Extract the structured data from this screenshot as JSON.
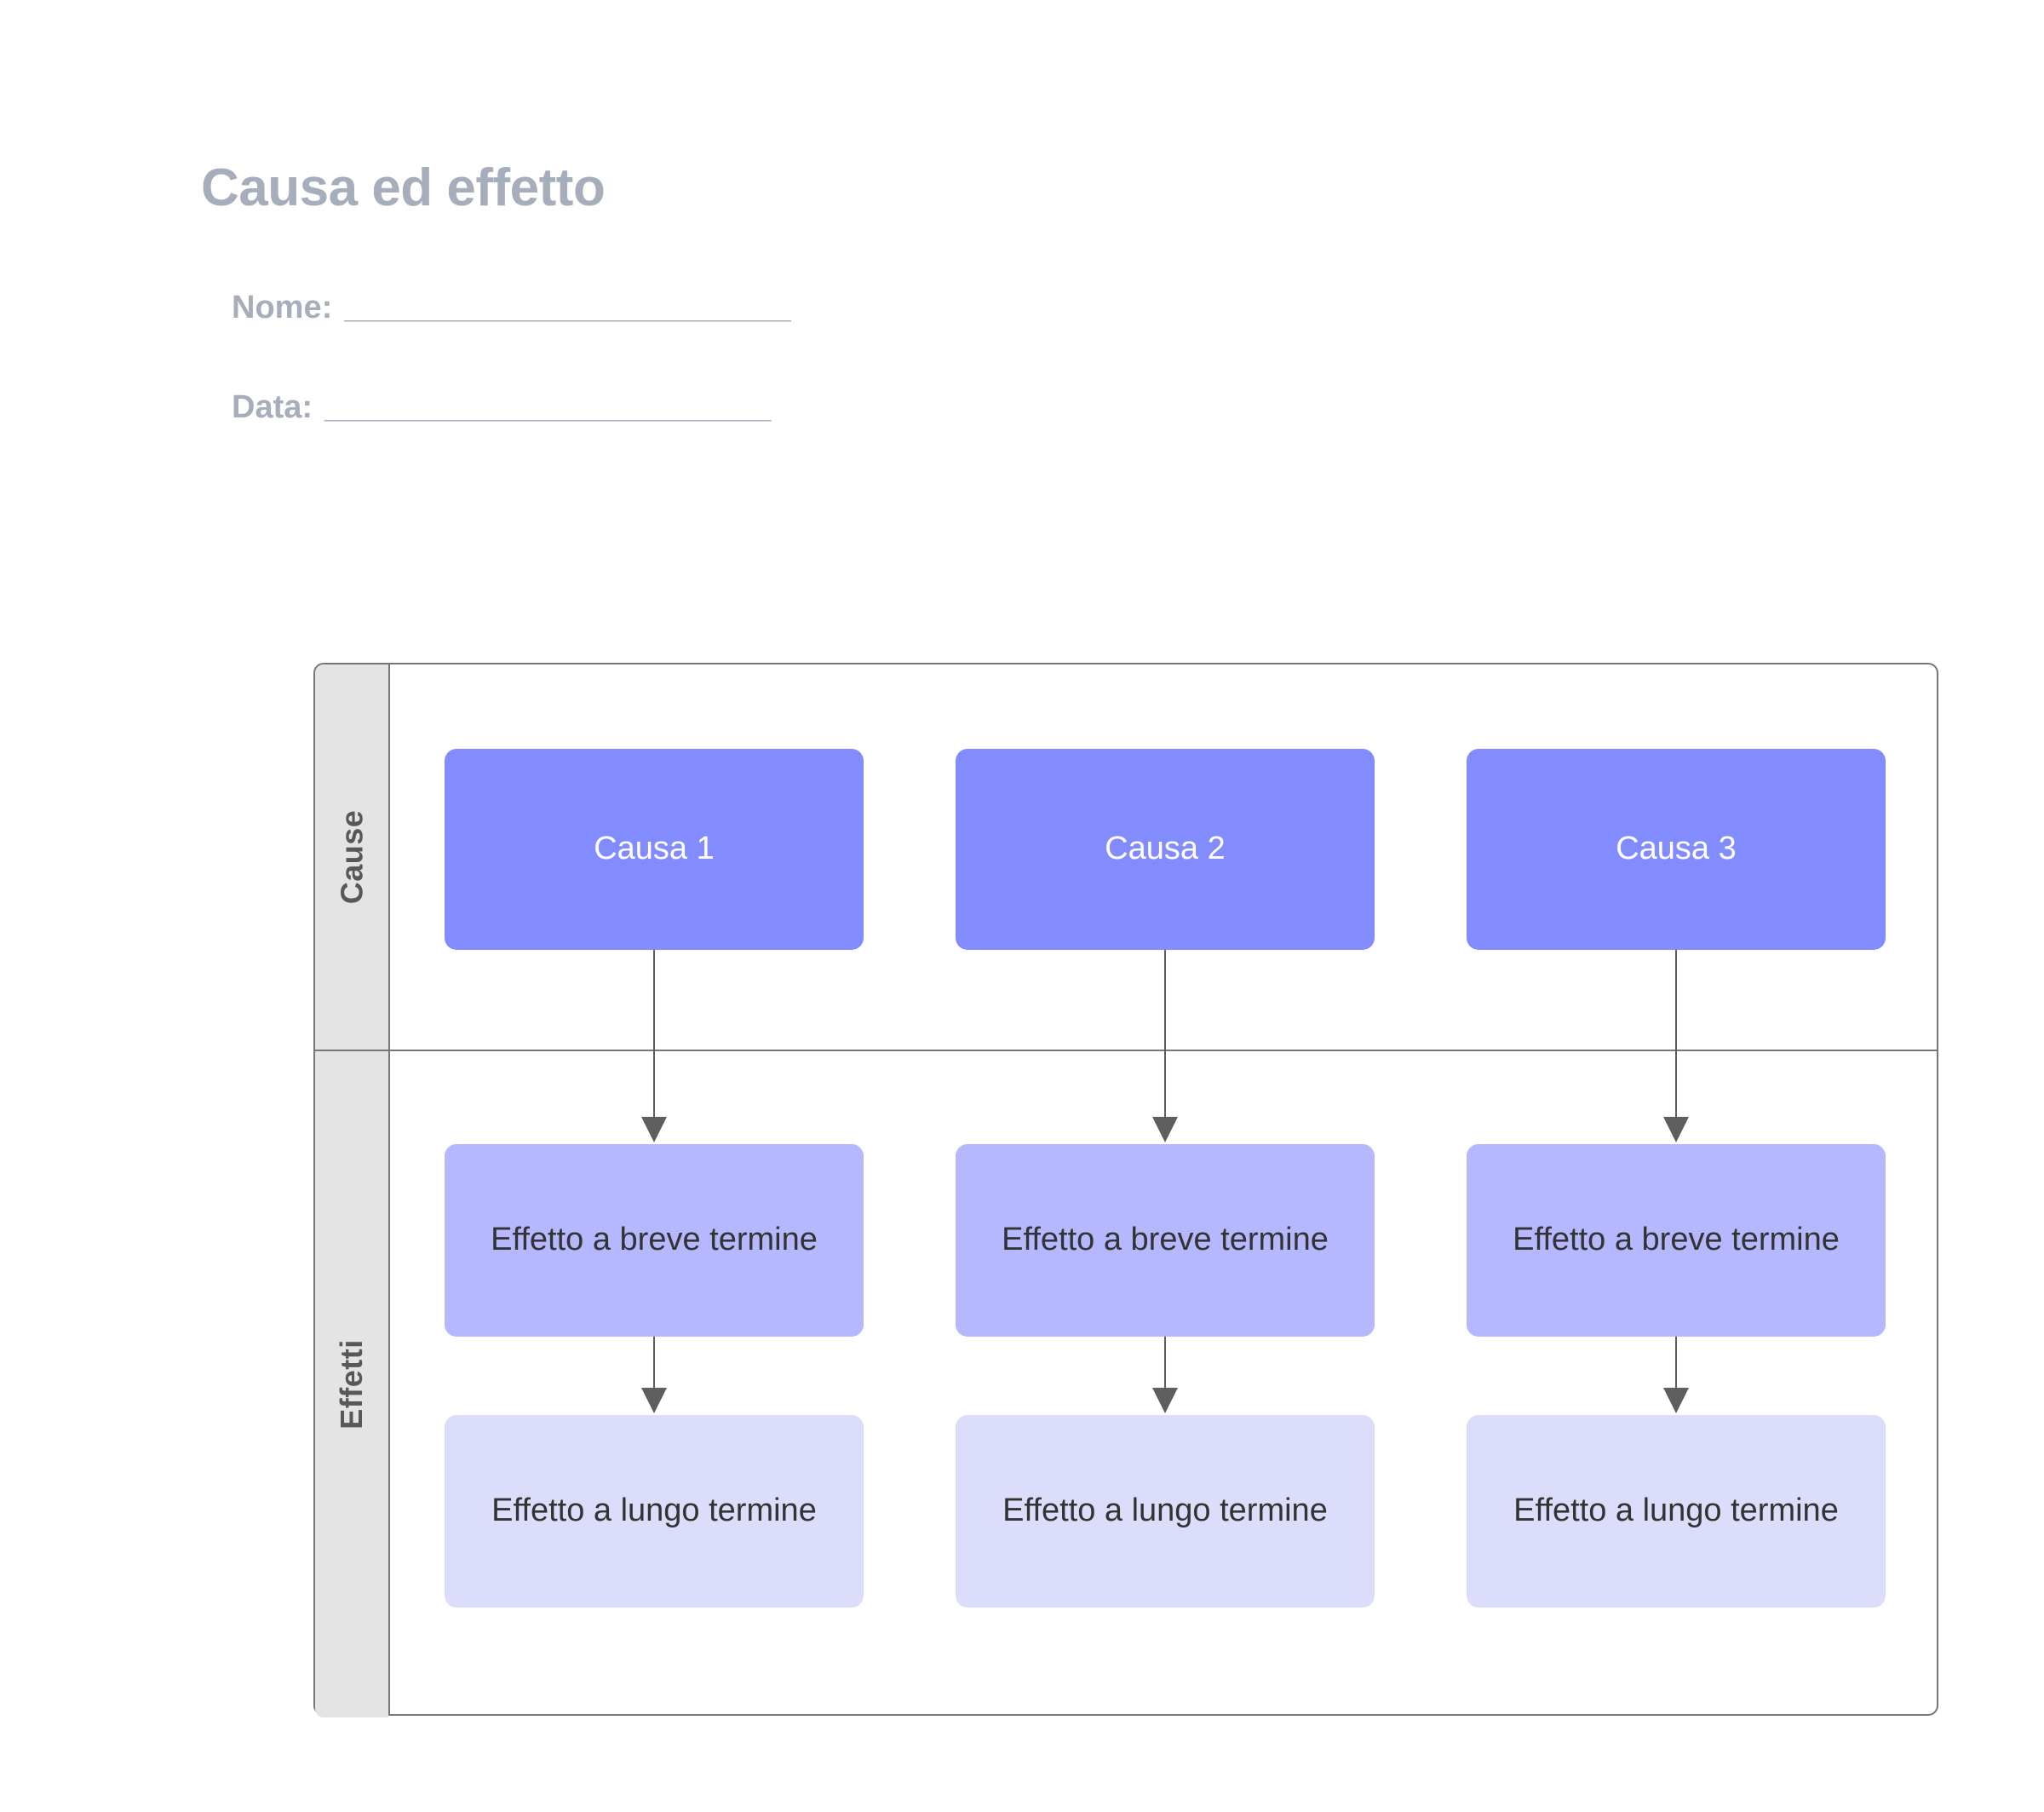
{
  "worksheet": {
    "title": "Causa ed effetto",
    "fields": [
      {
        "label": "Nome:",
        "line": "__________________________",
        "value": ""
      },
      {
        "label": "Data:",
        "line": "__________________________",
        "value": ""
      }
    ]
  },
  "diagram": {
    "row_labels": {
      "causes": "Cause",
      "effects": "Effetti"
    },
    "columns": [
      {
        "cause": "Causa 1",
        "short_term_effect": "Effetto a breve termine",
        "long_term_effect": "Effetto a lungo termine"
      },
      {
        "cause": "Causa 2",
        "short_term_effect": "Effetto a breve termine",
        "long_term_effect": "Effetto a lungo termine"
      },
      {
        "cause": "Causa 3",
        "short_term_effect": "Effetto a breve termine",
        "long_term_effect": "Effetto a lungo termine"
      }
    ]
  },
  "colors": {
    "title_text": "#A6AEBB",
    "cause_box": "#838CFE",
    "short_effect_box": "#B5B8FE",
    "long_effect_box": "#DCDCFB",
    "frame_border": "#76767A",
    "label_column_bg": "#E4E4E4",
    "label_text": "#585858",
    "node_dark_text": "#333333",
    "node_light_text": "#FFFFFF",
    "connector": "#5E5E5E",
    "page_bg": "#FFFFFF"
  }
}
